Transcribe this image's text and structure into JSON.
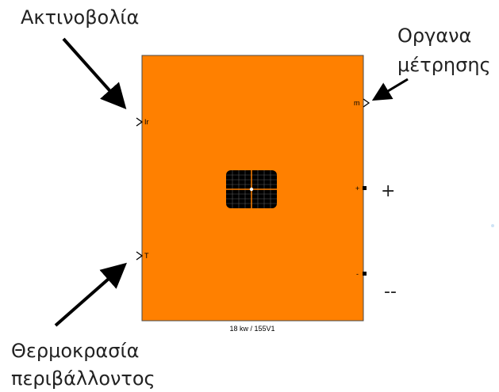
{
  "labels": {
    "irradiance": "Ακτινοβολία",
    "measurement_line1": "Οργανα",
    "measurement_line2": "μέτρησης",
    "temperature_line1": "Θερμοκρασία",
    "temperature_line2": "περιβάλλοντος",
    "plus_terminal": "+",
    "minus_terminal": "--"
  },
  "block": {
    "input_ports": [
      "Ir",
      "T"
    ],
    "output_ports": [
      "m",
      "+",
      "-"
    ],
    "caption": "18 kw / 155V1",
    "fill_color": "#ff8000",
    "icon": "solar-panel-icon"
  }
}
